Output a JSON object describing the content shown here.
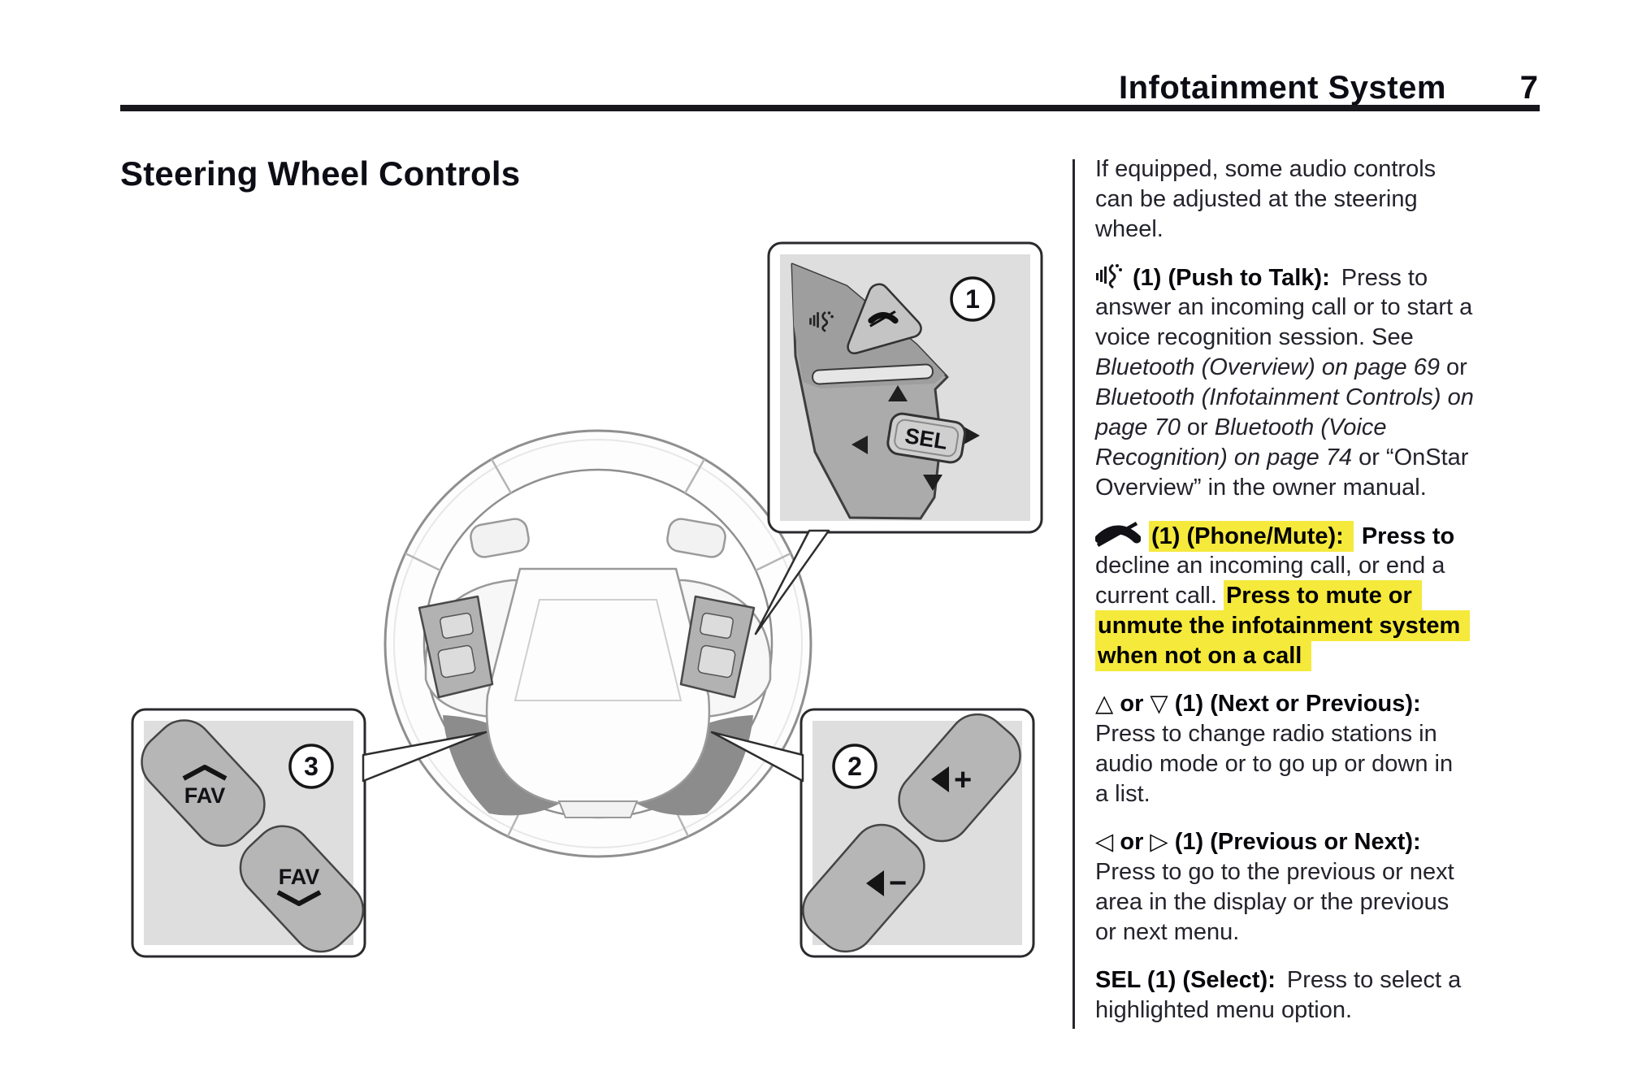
{
  "header": {
    "section_title": "Infotainment System",
    "page_number": "7"
  },
  "title": "Steering Wheel Controls",
  "colors": {
    "highlight": "#f5e93b",
    "text": "#23232c",
    "rule": "#17171c",
    "callout_fill": "#dedede"
  },
  "icons": {
    "push_to_talk": "voice-speech-icon",
    "phone_mute": "phone-handset-slash-icon",
    "volume_up": "speaker-plus-icon",
    "volume_down": "speaker-minus-icon",
    "favorite_up": "fav-chevron-up-icon",
    "favorite_down": "fav-chevron-down-icon"
  },
  "diagram": {
    "callouts": {
      "one": {
        "number": "1",
        "sel_label": "SEL"
      },
      "two": {
        "number": "2",
        "volume_up_label": "+",
        "volume_down_label": "−"
      },
      "three": {
        "number": "3",
        "fav_top_label": "FAV",
        "fav_bottom_label": "FAV"
      }
    }
  },
  "content": {
    "paragraphs": [
      {
        "name": "intro",
        "lines": [
          {
            "runs": [
              {
                "t": "If equipped, some audio controls"
              }
            ]
          },
          {
            "runs": [
              {
                "t": "can be adjusted at the steering"
              }
            ]
          },
          {
            "runs": [
              {
                "t": "wheel."
              }
            ]
          }
        ]
      },
      {
        "name": "push-to-talk",
        "lines": [
          {
            "runs": [
              {
                "t": "(1) (Push to Talk):"
              },
              {
                "t": "Press to"
              }
            ]
          },
          {
            "runs": [
              {
                "t": "answer an incoming call or to start a"
              }
            ]
          },
          {
            "runs": [
              {
                "t": "voice recognition session. See"
              }
            ]
          },
          {
            "runs": [
              {
                "t": "Bluetooth (Overview) on page 69"
              },
              {
                "t": " or"
              }
            ]
          },
          {
            "runs": [
              {
                "t": "Bluetooth (Infotainment Controls) on"
              }
            ]
          },
          {
            "runs": [
              {
                "t": "page 70"
              },
              {
                "t": " or "
              },
              {
                "t": "Bluetooth (Voice"
              }
            ]
          },
          {
            "runs": [
              {
                "t": "Recognition) on page 74"
              },
              {
                "t": " or “OnStar"
              }
            ]
          },
          {
            "runs": [
              {
                "t": "Overview” in the owner manual."
              }
            ]
          }
        ]
      },
      {
        "name": "phone-mute",
        "lines": [
          {
            "runs": [
              {
                "t": "(1) (Phone/Mute):"
              },
              {
                "t": "Press to"
              }
            ]
          },
          {
            "runs": [
              {
                "t": "decline an incoming call, or end a"
              }
            ]
          },
          {
            "runs": [
              {
                "t": "current call. "
              },
              {
                "t": "Press to mute or"
              }
            ]
          },
          {
            "runs": [
              {
                "t": "unmute the infotainment system"
              }
            ]
          },
          {
            "runs": [
              {
                "t": "when not on a call"
              }
            ]
          }
        ]
      },
      {
        "name": "next-or-previous",
        "lines": [
          {
            "runs": [
              {
                "t": "△ or ▽ (1) (Next or Previous):"
              }
            ]
          },
          {
            "runs": [
              {
                "t": "Press to change radio stations in"
              }
            ]
          },
          {
            "runs": [
              {
                "t": "audio mode or to go up or down in"
              }
            ]
          },
          {
            "runs": [
              {
                "t": "a list."
              }
            ]
          }
        ]
      },
      {
        "name": "previous-or-next",
        "lines": [
          {
            "runs": [
              {
                "t": "◁ or ▷ (1) (Previous or Next):"
              }
            ]
          },
          {
            "runs": [
              {
                "t": "Press to go to the previous or next"
              }
            ]
          },
          {
            "runs": [
              {
                "t": "area in the display or the previous"
              }
            ]
          },
          {
            "runs": [
              {
                "t": "or next menu."
              }
            ]
          }
        ]
      },
      {
        "name": "select",
        "lines": [
          {
            "runs": [
              {
                "t": "SEL (1) (Select):"
              },
              {
                "t": "Press to select a"
              }
            ]
          },
          {
            "runs": [
              {
                "t": "highlighted menu option."
              }
            ]
          }
        ]
      }
    ]
  }
}
